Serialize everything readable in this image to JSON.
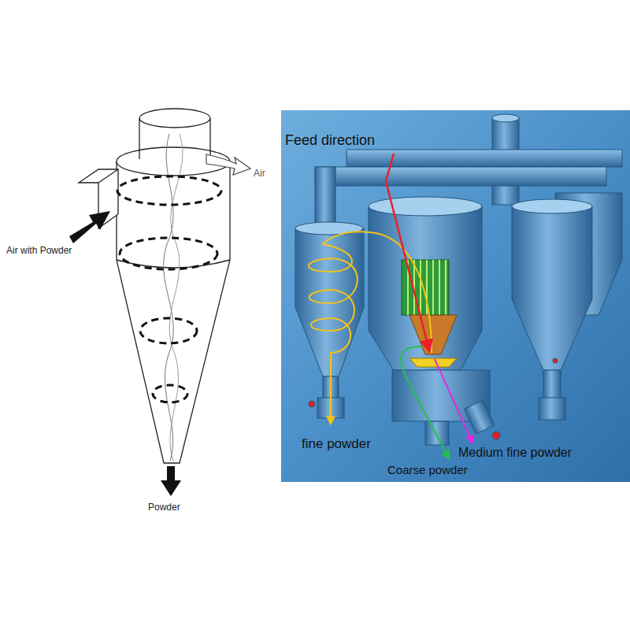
{
  "diagram": {
    "labels": [
      "Air",
      "Air with Powder",
      "Powder",
      "Feed direction",
      "fine powder",
      "Medium fine powder",
      "Coarse powder"
    ]
  }
}
